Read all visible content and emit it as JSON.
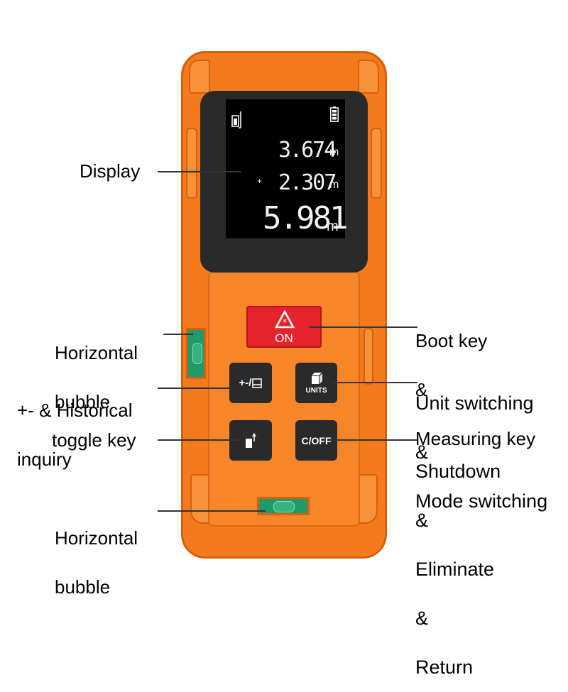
{
  "display": {
    "reading1": "3.674",
    "unit1": "m",
    "plus": "+",
    "reading2": "2.307",
    "unit2": "m",
    "total": "5.981",
    "unit3": "m"
  },
  "buttons": {
    "on": "ON",
    "plusminus": "+-/",
    "units": "UNITS",
    "coff": "C/OFF"
  },
  "labels": {
    "display": "Display",
    "horizontal_bubble_1_line1": "Horizontal",
    "horizontal_bubble_1_line2": "bubble",
    "historical_line1": "+- & Historical",
    "historical_line2": "inquiry",
    "toggle": "toggle key",
    "horizontal_bubble_2_line1": "Horizontal",
    "horizontal_bubble_2_line2": "bubble",
    "boot_line1": "Boot key",
    "boot_line2": "&",
    "boot_line3": "Measuring key",
    "unit_line1": "Unit switching",
    "unit_line2": "&",
    "unit_line3": "Mode switching",
    "shutdown_line1": "Shutdown",
    "shutdown_line2": "&",
    "shutdown_line3": "Eliminate",
    "shutdown_line4": "&",
    "shutdown_line5": "Return"
  },
  "colors": {
    "body": "#f57a1c",
    "on_button": "#e4232b",
    "keys": "#2a2a2a",
    "bubble": "#1f9a6a"
  },
  "icons": [
    "laser-warning-icon",
    "battery-icon",
    "reference-point-icon",
    "cube-icon",
    "memory-icon"
  ]
}
